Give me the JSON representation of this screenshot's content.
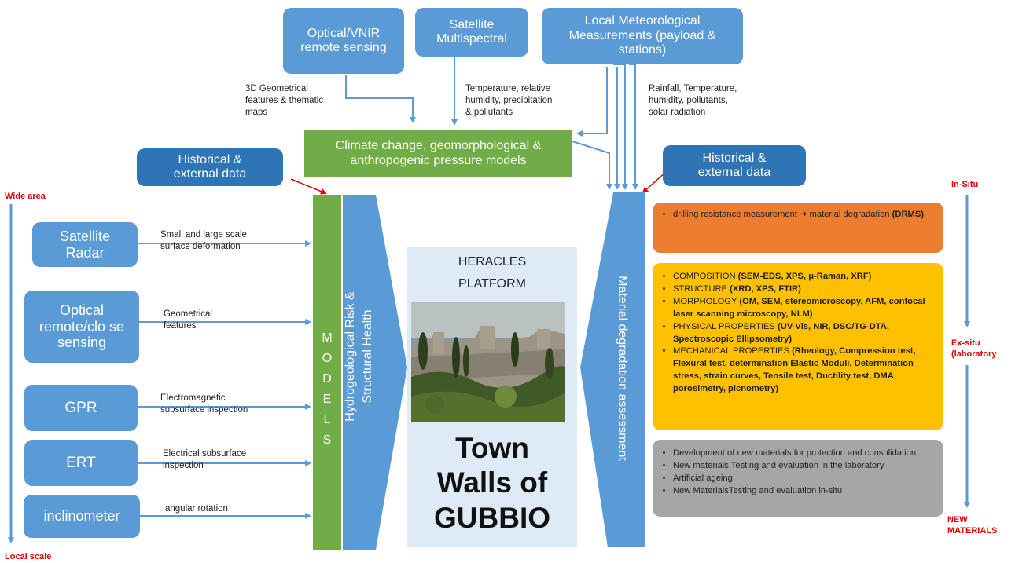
{
  "top": {
    "optical_vnir": "Optical/VNIR remote sensing",
    "satellite_multispectral": "Satellite Multispectral",
    "local_meteo": "Local Meteorological Measurements (payload & stations)"
  },
  "notes": {
    "geometrical_thematic": "3D Geometrical\nfeatures & thematic\nmaps",
    "temperature_humidity": "Temperature,  relative\nhumidity, precipitation\n& pollutants",
    "rainfall": "Rainfall, Temperature,\nhumidity, pollutants,\nsolar radiation",
    "small_large_scale": "Small and large scale\nsurface deformation",
    "geometrical_features": "Geometrical\nfeatures",
    "electromagnetic": "Electromagnetic\nsubsurface inspection",
    "electrical": "Electrical subsurface\ninspection",
    "angular": "angular rotation"
  },
  "climate_models": "Climate change, geomorphological & anthropogenic pressure models",
  "historical_left": "Historical & external data",
  "historical_right": "Historical & external data",
  "scale_labels": {
    "wide_area": "Wide area",
    "local_scale": "Local scale",
    "in_situ": "In-Situ",
    "ex_situ": "Ex-situ\n(laboratory",
    "new_materials": "NEW\nMATERIALS"
  },
  "sensors": {
    "satellite_radar": "Satellite Radar",
    "optical_remote": "Optical remote/clo se sensing",
    "gpr": "GPR",
    "ert": "ERT",
    "inclinometer": "inclinometer"
  },
  "models_letters": [
    "M",
    "O",
    "D",
    "E",
    "L",
    "S"
  ],
  "hydro_label_1": "Hydrogeological Risk &",
  "hydro_label_2": "Structural Health",
  "material_degradation": "Material degradation assessment",
  "center": {
    "heracles": "HERACLES",
    "platform": "PLATFORM",
    "town_walls": "Town Walls of GUBBIO"
  },
  "panel_orange": {
    "text": "drilling resistance measurement ➔ material degradation",
    "bold": "(DRMS)"
  },
  "panel_yellow": [
    {
      "label": "COMPOSITION ",
      "bold": "(SEM-EDS, XPS, μ-Raman, XRF)"
    },
    {
      "label": "STRUCTURE ",
      "bold": "(XRD, XPS, FTIR)"
    },
    {
      "label": "MORPHOLOGY ",
      "bold": "(OM, SEM, stereomicroscopy, AFM, confocal laser scanning microscopy, NLM)"
    },
    {
      "label": "PHYSICAL PROPERTIES ",
      "bold": "(UV-Vis,  NIR, DSC/TG-DTA, Spectroscopic Ellipsometry)"
    },
    {
      "label": "MECHANICAL PROPERTIES ",
      "bold": "(Rheology, Compression test, Flexural test, determination Elastic Moduli, Determination stress, strain curves, Tensile test, Ductility test, DMA, porosimetry, picnometry)"
    }
  ],
  "panel_gray": [
    "Development of new materials for protection and consolidation",
    "New materials Testing and evaluation in the laboratory",
    "Artificial ageing",
    "New MaterialsTesting and evaluation in-situ"
  ],
  "colors": {
    "box_blue": "#5b9bd5",
    "box_dark": "#2e75b6",
    "green": "#70ad47",
    "orange": "#ed7d31",
    "yellow": "#ffc000",
    "gray": "#a6a6a6",
    "light_center": "#deebf7",
    "red_label": "#e60000"
  }
}
